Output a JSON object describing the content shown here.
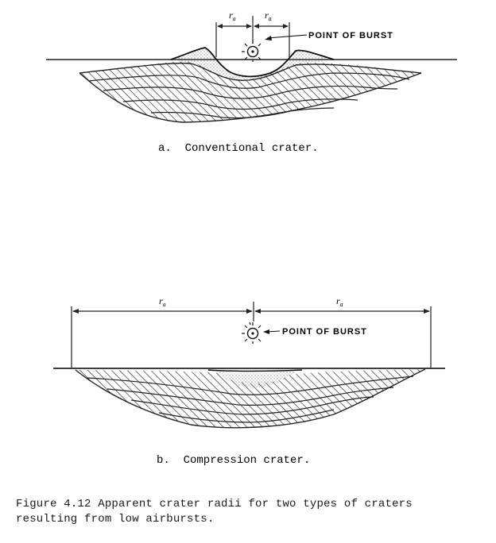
{
  "diagram_a": {
    "label": "a.  Conventional crater.",
    "burst_label": "POINT OF BURST",
    "radius_left": "r",
    "radius_left_sub": "a",
    "radius_right": "r",
    "radius_right_sub": "a"
  },
  "diagram_b": {
    "label": "b.  Compression crater.",
    "burst_label": "POINT OF BURST",
    "radius_left": "r",
    "radius_left_sub": "a",
    "radius_right": "r",
    "radius_right_sub": "a"
  },
  "caption": {
    "line1": "Figure 4.12  Apparent crater radii for two types of craters",
    "line2": "resulting from low airbursts."
  }
}
